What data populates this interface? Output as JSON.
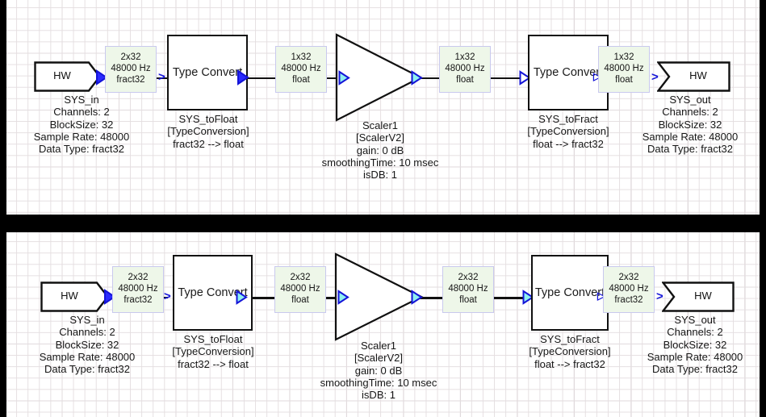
{
  "meta": {
    "canvas_bg": "#ffffff",
    "grid_color": "#e4dee0",
    "signal_box_bg": "#eef7e9",
    "signal_box_border": "#c9c9ee",
    "port_outline": "#1414d8",
    "port_fill": "#8ff0f0",
    "block_border": "#111111",
    "text_color": "#161616",
    "separator_color": "#000000"
  },
  "diagrams": [
    {
      "id": "top",
      "name": "mono-path-diagram",
      "nodes": {
        "hw_in": {
          "label": "HW",
          "caption": [
            "SYS_in",
            "Channels: 2",
            "BlockSize: 32",
            "Sample Rate: 48000",
            "Data Type: fract32"
          ]
        },
        "to_float": {
          "label_line1": "Type",
          "label_line2": "Convert",
          "caption": [
            "SYS_toFloat",
            "[TypeConversion]",
            "fract32 --> float"
          ]
        },
        "scaler": {
          "caption": [
            "Scaler1",
            "[ScalerV2]",
            "gain: 0 dB",
            "smoothingTime: 10 msec",
            "isDB: 1"
          ]
        },
        "to_fract": {
          "label_line1": "Type",
          "label_line2": "Convert",
          "caption": [
            "SYS_toFract",
            "[TypeConversion]",
            "float --> fract32"
          ]
        },
        "hw_out": {
          "label": "HW",
          "caption": [
            "SYS_out",
            "Channels: 2",
            "BlockSize: 32",
            "Sample Rate: 48000",
            "Data Type: fract32"
          ]
        }
      },
      "signals": [
        {
          "name": "sig-hwin-tofloat",
          "dims": "2x32",
          "rate": "48000 Hz",
          "type": "fract32"
        },
        {
          "name": "sig-tofloat-scaler",
          "dims": "1x32",
          "rate": "48000 Hz",
          "type": "float"
        },
        {
          "name": "sig-scaler-tofract",
          "dims": "1x32",
          "rate": "48000 Hz",
          "type": "float"
        },
        {
          "name": "sig-tofract-hwout",
          "dims": "1x32",
          "rate": "48000 Hz",
          "type": "float"
        }
      ]
    },
    {
      "id": "bottom",
      "name": "stereo-path-diagram",
      "nodes": {
        "hw_in": {
          "label": "HW",
          "caption": [
            "SYS_in",
            "Channels: 2",
            "BlockSize: 32",
            "Sample Rate: 48000",
            "Data Type: fract32"
          ]
        },
        "to_float": {
          "label_line1": "Type",
          "label_line2": "Convert",
          "caption": [
            "SYS_toFloat",
            "[TypeConversion]",
            "fract32 --> float"
          ]
        },
        "scaler": {
          "caption": [
            "Scaler1",
            "[ScalerV2]",
            "gain: 0 dB",
            "smoothingTime: 10 msec",
            "isDB: 1"
          ]
        },
        "to_fract": {
          "label_line1": "Type",
          "label_line2": "Convert",
          "caption": [
            "SYS_toFract",
            "[TypeConversion]",
            "float --> fract32"
          ]
        },
        "hw_out": {
          "label": "HW",
          "caption": [
            "SYS_out",
            "Channels: 2",
            "BlockSize: 32",
            "Sample Rate: 48000",
            "Data Type: fract32"
          ]
        }
      },
      "signals": [
        {
          "name": "sig-hwin-tofloat",
          "dims": "2x32",
          "rate": "48000 Hz",
          "type": "fract32"
        },
        {
          "name": "sig-tofloat-scaler",
          "dims": "2x32",
          "rate": "48000 Hz",
          "type": "float"
        },
        {
          "name": "sig-scaler-tofract",
          "dims": "2x32",
          "rate": "48000 Hz",
          "type": "float"
        },
        {
          "name": "sig-tofract-hwout",
          "dims": "2x32",
          "rate": "48000 Hz",
          "type": "fract32"
        }
      ]
    }
  ]
}
